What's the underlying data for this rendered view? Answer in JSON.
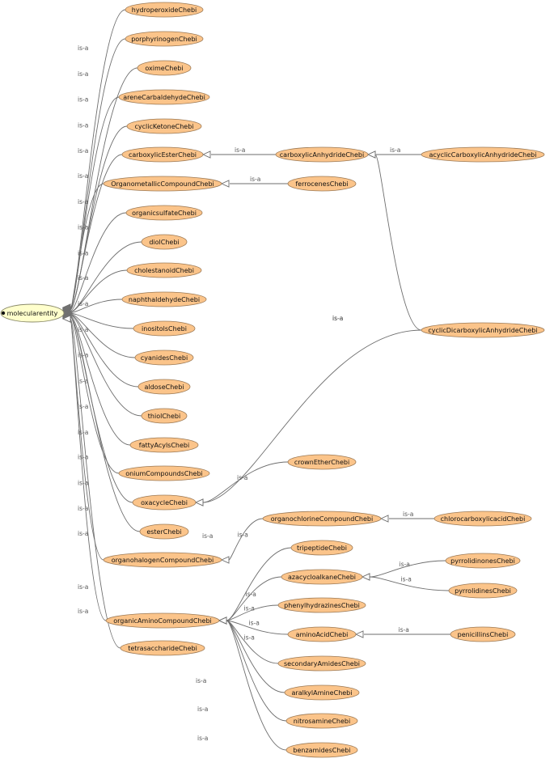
{
  "diagram": {
    "root": "molecularentity",
    "edge_label": "is-a",
    "nodes": [
      {
        "id": "molecularentity"
      },
      {
        "id": "hydroperoxideChebi"
      },
      {
        "id": "porphyrinogenChebi"
      },
      {
        "id": "oximeChebi"
      },
      {
        "id": "areneCarbaldehydeChebi"
      },
      {
        "id": "cyclicKetoneChebi"
      },
      {
        "id": "carboxylicEsterChebi"
      },
      {
        "id": "OrganometallicCompoundChebi"
      },
      {
        "id": "organicsulfateChebi"
      },
      {
        "id": "diolChebi"
      },
      {
        "id": "cholestanoidChebi"
      },
      {
        "id": "naphthaldehydeChebi"
      },
      {
        "id": "inositolsChebi"
      },
      {
        "id": "cyanidesChebi"
      },
      {
        "id": "aldoseChebi"
      },
      {
        "id": "thiolChebi"
      },
      {
        "id": "fattyAcylsChebi"
      },
      {
        "id": "oniumCompoundsChebi"
      },
      {
        "id": "oxacycleChebi"
      },
      {
        "id": "esterChebi"
      },
      {
        "id": "organohalogenCompoundChebi"
      },
      {
        "id": "organicAminoCompoundChebi"
      },
      {
        "id": "tetrasaccharideChebi"
      },
      {
        "id": "carboxylicAnhydrideChebi"
      },
      {
        "id": "acyclicCarboxylicAnhydrideChebi"
      },
      {
        "id": "ferrocenesChebi"
      },
      {
        "id": "cyclicDicarboxylicAnhydrideChebi"
      },
      {
        "id": "crownEtherChebi"
      },
      {
        "id": "organochlorineCompoundChebi"
      },
      {
        "id": "chlorocarboxylicacidChebi"
      },
      {
        "id": "tripeptideChebi"
      },
      {
        "id": "azacycloalkaneChebi"
      },
      {
        "id": "pyrrolidinonesChebi"
      },
      {
        "id": "pyrrolidinesChebi"
      },
      {
        "id": "phenylhydrazinesChebi"
      },
      {
        "id": "aminoAcidChebi"
      },
      {
        "id": "penicillinsChebi"
      },
      {
        "id": "secondaryAmidesChebi"
      },
      {
        "id": "aralkylAmineChebi"
      },
      {
        "id": "nitrosamineChebi"
      },
      {
        "id": "benzamidesChebi"
      }
    ],
    "edges": [
      {
        "from": "hydroperoxideChebi",
        "to": "molecularentity"
      },
      {
        "from": "porphyrinogenChebi",
        "to": "molecularentity"
      },
      {
        "from": "oximeChebi",
        "to": "molecularentity"
      },
      {
        "from": "areneCarbaldehydeChebi",
        "to": "molecularentity"
      },
      {
        "from": "cyclicKetoneChebi",
        "to": "molecularentity"
      },
      {
        "from": "carboxylicEsterChebi",
        "to": "molecularentity"
      },
      {
        "from": "OrganometallicCompoundChebi",
        "to": "molecularentity"
      },
      {
        "from": "organicsulfateChebi",
        "to": "molecularentity"
      },
      {
        "from": "diolChebi",
        "to": "molecularentity"
      },
      {
        "from": "cholestanoidChebi",
        "to": "molecularentity"
      },
      {
        "from": "naphthaldehydeChebi",
        "to": "molecularentity"
      },
      {
        "from": "inositolsChebi",
        "to": "molecularentity"
      },
      {
        "from": "cyanidesChebi",
        "to": "molecularentity"
      },
      {
        "from": "aldoseChebi",
        "to": "molecularentity"
      },
      {
        "from": "thiolChebi",
        "to": "molecularentity"
      },
      {
        "from": "fattyAcylsChebi",
        "to": "molecularentity"
      },
      {
        "from": "oniumCompoundsChebi",
        "to": "molecularentity"
      },
      {
        "from": "oxacycleChebi",
        "to": "molecularentity"
      },
      {
        "from": "esterChebi",
        "to": "molecularentity"
      },
      {
        "from": "organohalogenCompoundChebi",
        "to": "molecularentity"
      },
      {
        "from": "organicAminoCompoundChebi",
        "to": "molecularentity"
      },
      {
        "from": "tetrasaccharideChebi",
        "to": "molecularentity"
      },
      {
        "from": "carboxylicAnhydrideChebi",
        "to": "carboxylicEsterChebi"
      },
      {
        "from": "acyclicCarboxylicAnhydrideChebi",
        "to": "carboxylicAnhydrideChebi"
      },
      {
        "from": "ferrocenesChebi",
        "to": "OrganometallicCompoundChebi"
      },
      {
        "from": "cyclicDicarboxylicAnhydrideChebi",
        "to": "carboxylicAnhydrideChebi"
      },
      {
        "from": "cyclicDicarboxylicAnhydrideChebi",
        "to": "oxacycleChebi"
      },
      {
        "from": "crownEtherChebi",
        "to": "oxacycleChebi"
      },
      {
        "from": "organochlorineCompoundChebi",
        "to": "organohalogenCompoundChebi"
      },
      {
        "from": "chlorocarboxylicacidChebi",
        "to": "organochlorineCompoundChebi"
      },
      {
        "from": "tripeptideChebi",
        "to": "organicAminoCompoundChebi"
      },
      {
        "from": "azacycloalkaneChebi",
        "to": "organicAminoCompoundChebi"
      },
      {
        "from": "pyrrolidinonesChebi",
        "to": "azacycloalkaneChebi"
      },
      {
        "from": "pyrrolidinesChebi",
        "to": "azacycloalkaneChebi"
      },
      {
        "from": "phenylhydrazinesChebi",
        "to": "organicAminoCompoundChebi"
      },
      {
        "from": "aminoAcidChebi",
        "to": "organicAminoCompoundChebi"
      },
      {
        "from": "penicillinsChebi",
        "to": "aminoAcidChebi"
      },
      {
        "from": "secondaryAmidesChebi",
        "to": "organicAminoCompoundChebi"
      },
      {
        "from": "aralkylAmineChebi",
        "to": "organicAminoCompoundChebi"
      },
      {
        "from": "nitrosamineChebi",
        "to": "organicAminoCompoundChebi"
      },
      {
        "from": "benzamidesChebi",
        "to": "organicAminoCompoundChebi"
      }
    ]
  }
}
